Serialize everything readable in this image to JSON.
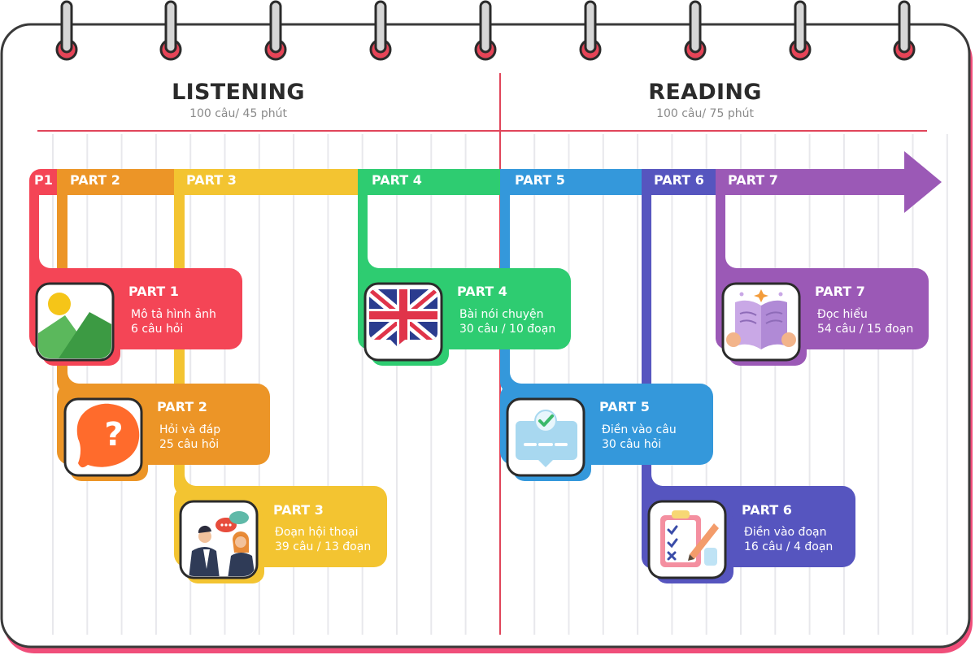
{
  "sections": [
    {
      "title": "LISTENING",
      "subtitle": "100 câu/ 45 phút"
    },
    {
      "title": "READING",
      "subtitle": "100 câu/ 75 phút"
    }
  ],
  "timeline": [
    {
      "label": "P1",
      "color": "#f44556"
    },
    {
      "label": "PART 2",
      "color": "#ec9527"
    },
    {
      "label": "PART 3",
      "color": "#f3c431"
    },
    {
      "label": "PART 4",
      "color": "#2ecc71"
    },
    {
      "label": "PART 5",
      "color": "#3498db"
    },
    {
      "label": "PART 6",
      "color": "#5655bf"
    },
    {
      "label": "PART 7",
      "color": "#9b59b6"
    }
  ],
  "parts": [
    {
      "title": "PART 1",
      "line1": "Mô tả hình ảnh",
      "line2": "6 câu hỏi",
      "icon": "landscape-picture-icon"
    },
    {
      "title": "PART 2",
      "line1": "Hỏi và đáp",
      "line2": "25 câu hỏi",
      "icon": "question-bubble-icon"
    },
    {
      "title": "PART 3",
      "line1": "Đoạn hội thoại",
      "line2": "39 câu / 13 đoạn",
      "icon": "conversation-icon"
    },
    {
      "title": "PART 4",
      "line1": "Bài nói chuyện",
      "line2": "30 câu / 10 đoạn",
      "icon": "uk-flag-icon"
    },
    {
      "title": "PART 5",
      "line1": "Điền vào câu",
      "line2": "30 câu hỏi",
      "icon": "fill-sentence-icon"
    },
    {
      "title": "PART 6",
      "line1": "Điền vào đoạn",
      "line2": "16 câu / 4 đoạn",
      "icon": "checklist-icon"
    },
    {
      "title": "PART 7",
      "line1": "Đọc hiểu",
      "line2": "54 câu / 15 đoạn",
      "icon": "open-book-icon"
    }
  ],
  "colors": {
    "frame_shadow": "#f04e7a",
    "frame_border": "#3a3a3a",
    "divider": "#e0455a",
    "ring": "#e64457"
  }
}
